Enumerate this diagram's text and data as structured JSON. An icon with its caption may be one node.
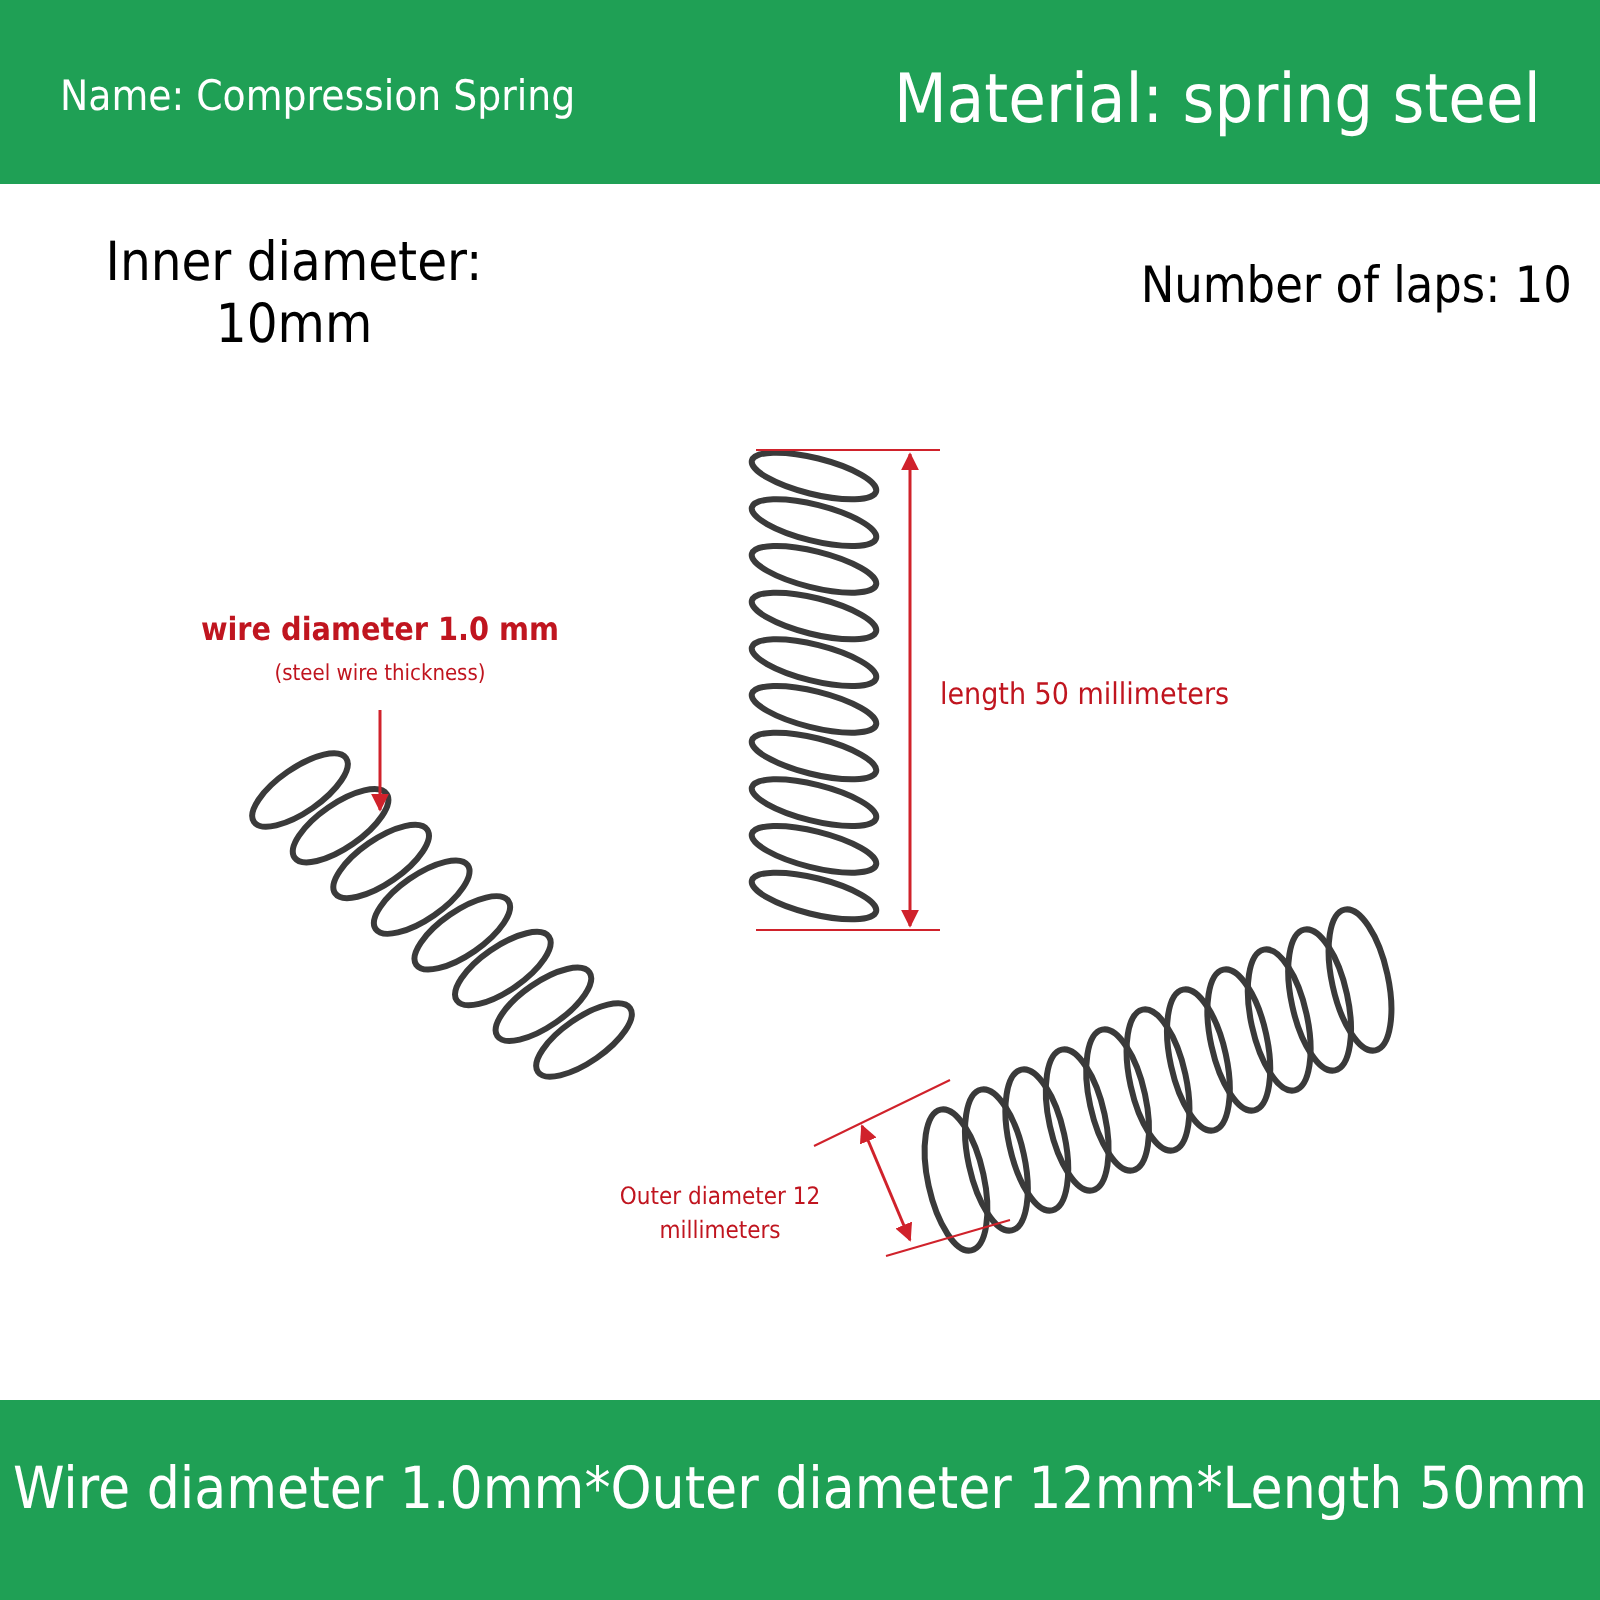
{
  "diagram": {
    "caption": "Wire diameter 1.0mm*Outer diameter 12mm*Length 50mm",
    "nodes": [
      {
        "text": [
          "wire diameter 1.0 mm",
          "(steel wire thickness)"
        ]
      },
      {
        "text": [],
        "shape": "picture"
      }
    ],
    "edges": [
      {
        "from": 0,
        "to": 1,
        "arrow": "to"
      }
    ],
    "labels": [
      "Name: Compression Spring",
      "Material: spring steel",
      "Inner diameter: 10mm",
      "Number of laps: 10",
      "length 50 millimeters",
      "Outer diameter 12 millimeters"
    ]
  }
}
